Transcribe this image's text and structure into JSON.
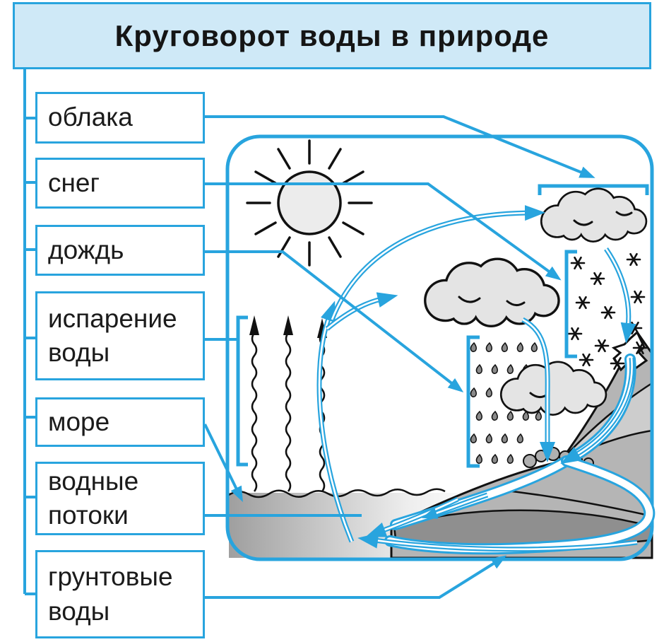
{
  "title": "Круговорот воды в природе",
  "labels": [
    {
      "text": "облака"
    },
    {
      "text": "снег"
    },
    {
      "text": "дождь"
    },
    {
      "text": "испарение воды"
    },
    {
      "text": "море"
    },
    {
      "text": "водные потоки"
    },
    {
      "text": "грунтовые воды"
    }
  ],
  "colors": {
    "accent_blue": "#28a4de",
    "title_bg": "#cfe9f7",
    "box_bg": "#ffffff",
    "ink": "#151515",
    "cloud_gray": "#e4e4e4",
    "mountain_gray": "#b5b5b5",
    "dark_hill_gray": "#8f8f8f",
    "sea_gray": "#9f9f9f"
  },
  "illustration": {
    "icons": [
      "sun-icon",
      "cloud-icon",
      "snowflakes-icon",
      "rain-drops-icon",
      "mountain-icon",
      "snow-cap-icon",
      "sea-icon",
      "river-icon",
      "trees-icon",
      "evaporation-waves-icon",
      "groundwater-flow-icon",
      "flow-arrow-icon"
    ]
  }
}
